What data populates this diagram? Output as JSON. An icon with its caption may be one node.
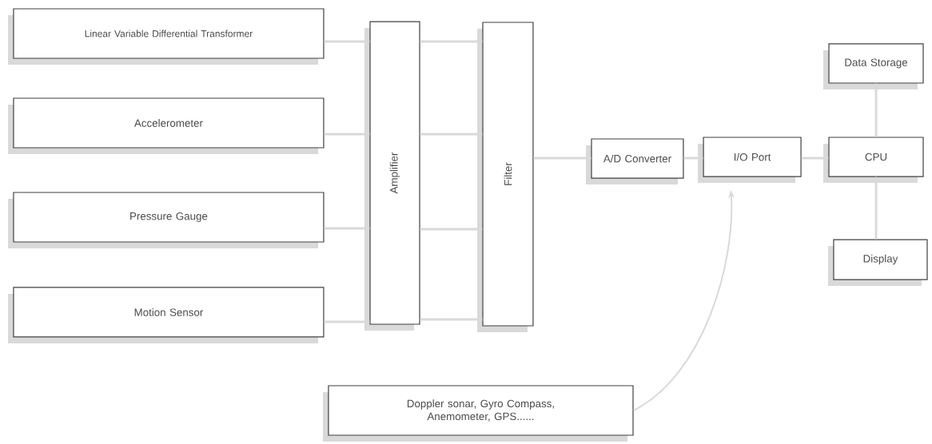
{
  "diagram": {
    "nodes": [
      {
        "text": [
          "Linear Variable Differential Transformer"
        ]
      },
      {
        "text": [
          "Accelerometer"
        ]
      },
      {
        "text": [
          "Pressure Gauge"
        ]
      },
      {
        "text": [
          "Motion Sensor"
        ]
      },
      {
        "text": [
          "Amplifier"
        ]
      },
      {
        "text": [
          "Filter"
        ]
      },
      {
        "text": [
          "A/D Converter"
        ]
      },
      {
        "text": [
          "I/O Port"
        ]
      },
      {
        "text": [
          "Data Storage"
        ]
      },
      {
        "text": [
          "CPU"
        ]
      },
      {
        "text": [
          "Display"
        ]
      },
      {
        "text": [
          "Doppler sonar, Gyro Compass, Anemometer, GPS......"
        ]
      }
    ],
    "edges": [
      {
        "from": 0,
        "to": 4,
        "arrow": "none"
      },
      {
        "from": 1,
        "to": 4,
        "arrow": "none"
      },
      {
        "from": 2,
        "to": 4,
        "arrow": "none"
      },
      {
        "from": 3,
        "to": 4,
        "arrow": "none"
      },
      {
        "from": 4,
        "to": 5,
        "arrow": "none"
      },
      {
        "from": 4,
        "to": 5,
        "arrow": "none"
      },
      {
        "from": 4,
        "to": 5,
        "arrow": "none"
      },
      {
        "from": 4,
        "to": 5,
        "arrow": "none"
      },
      {
        "from": 5,
        "to": 6,
        "arrow": "none"
      },
      {
        "from": 6,
        "to": 7,
        "arrow": "none"
      },
      {
        "from": 7,
        "to": 9,
        "arrow": "none"
      },
      {
        "from": 8,
        "to": 9,
        "arrow": "none"
      },
      {
        "from": 9,
        "to": 10,
        "arrow": "none"
      },
      {
        "from": 11,
        "to": 7,
        "arrow": "to"
      }
    ]
  }
}
